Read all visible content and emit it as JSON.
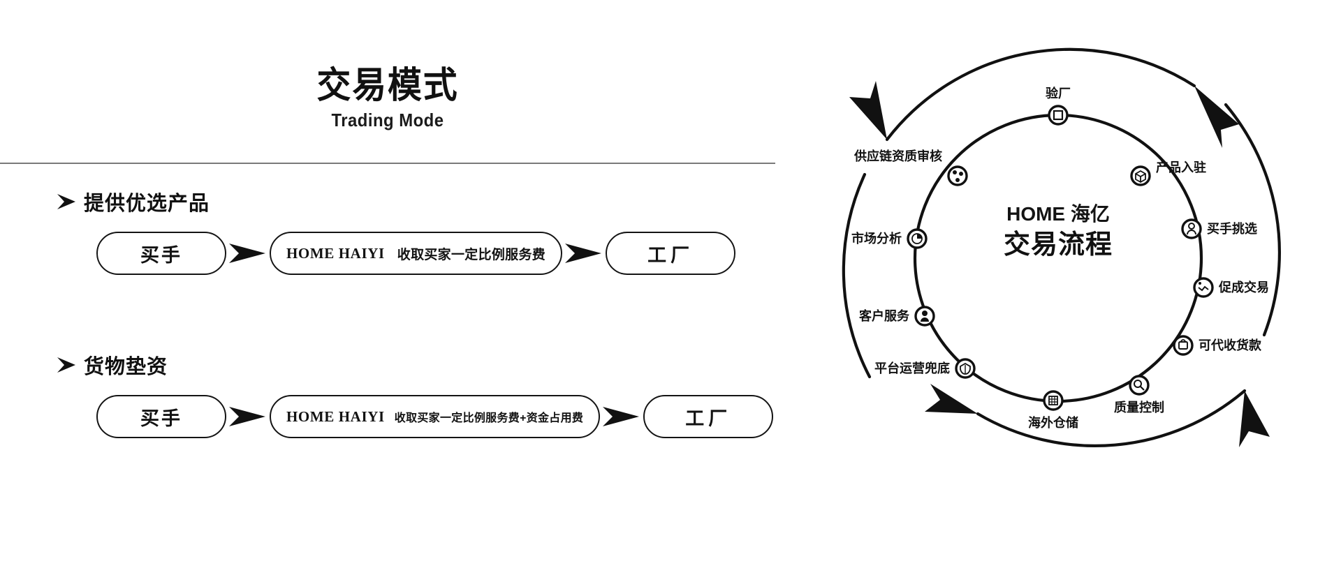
{
  "header": {
    "title_cn": "交易模式",
    "title_en": "Trading Mode"
  },
  "sections": [
    {
      "heading": "提供优选产品",
      "flow": {
        "actor": "买手",
        "middle_brand": "HOME HAIYI",
        "middle_desc": "收取买家一定比例服务费",
        "target": "工厂",
        "arrow_icon": "arrow-right-icon"
      }
    },
    {
      "heading": "货物垫资",
      "flow": {
        "actor": "买手",
        "middle_brand": "HOME HAIYI",
        "middle_desc": "收取买家一定比例服务费+资金占用费",
        "target": "工厂",
        "arrow_icon": "arrow-right-icon"
      }
    }
  ],
  "cycle": {
    "center_line1": "HOME 海亿",
    "center_line2": "交易流程",
    "nodes": [
      {
        "label": "验厂",
        "icon": "factory-inspect-icon",
        "angle_deg": -90
      },
      {
        "label": "产品入驻",
        "icon": "box-cube-icon",
        "angle_deg": -55
      },
      {
        "label": "买手挑选",
        "icon": "buyer-select-icon",
        "angle_deg": -22
      },
      {
        "label": "促成交易",
        "icon": "handshake-deal-icon",
        "angle_deg": 8
      },
      {
        "label": "可代收货款",
        "icon": "payment-collect-icon",
        "angle_deg": 40
      },
      {
        "label": "质量控制",
        "icon": "quality-control-icon",
        "angle_deg": 68
      },
      {
        "label": "海外仓储",
        "icon": "warehouse-grid-icon",
        "angle_deg": 100
      },
      {
        "label": "平台运营兜底",
        "icon": "shield-platform-icon",
        "angle_deg": 130
      },
      {
        "label": "客户服务",
        "icon": "customer-service-icon",
        "angle_deg": 160
      },
      {
        "label": "市场分析",
        "icon": "market-analysis-icon",
        "angle_deg": 193
      },
      {
        "label": "供应链资质审核",
        "icon": "supply-chain-audit-icon",
        "angle_deg": 226
      }
    ],
    "outer_arrows": [
      {
        "name": "outer-arrow-top-right"
      },
      {
        "name": "outer-arrow-bottom-left"
      },
      {
        "name": "outer-arrow-top-left"
      },
      {
        "name": "outer-arrow-bottom-right"
      }
    ]
  },
  "colors": {
    "ink": "#121212",
    "rule": "#7a7a7a",
    "background": "#ffffff"
  }
}
